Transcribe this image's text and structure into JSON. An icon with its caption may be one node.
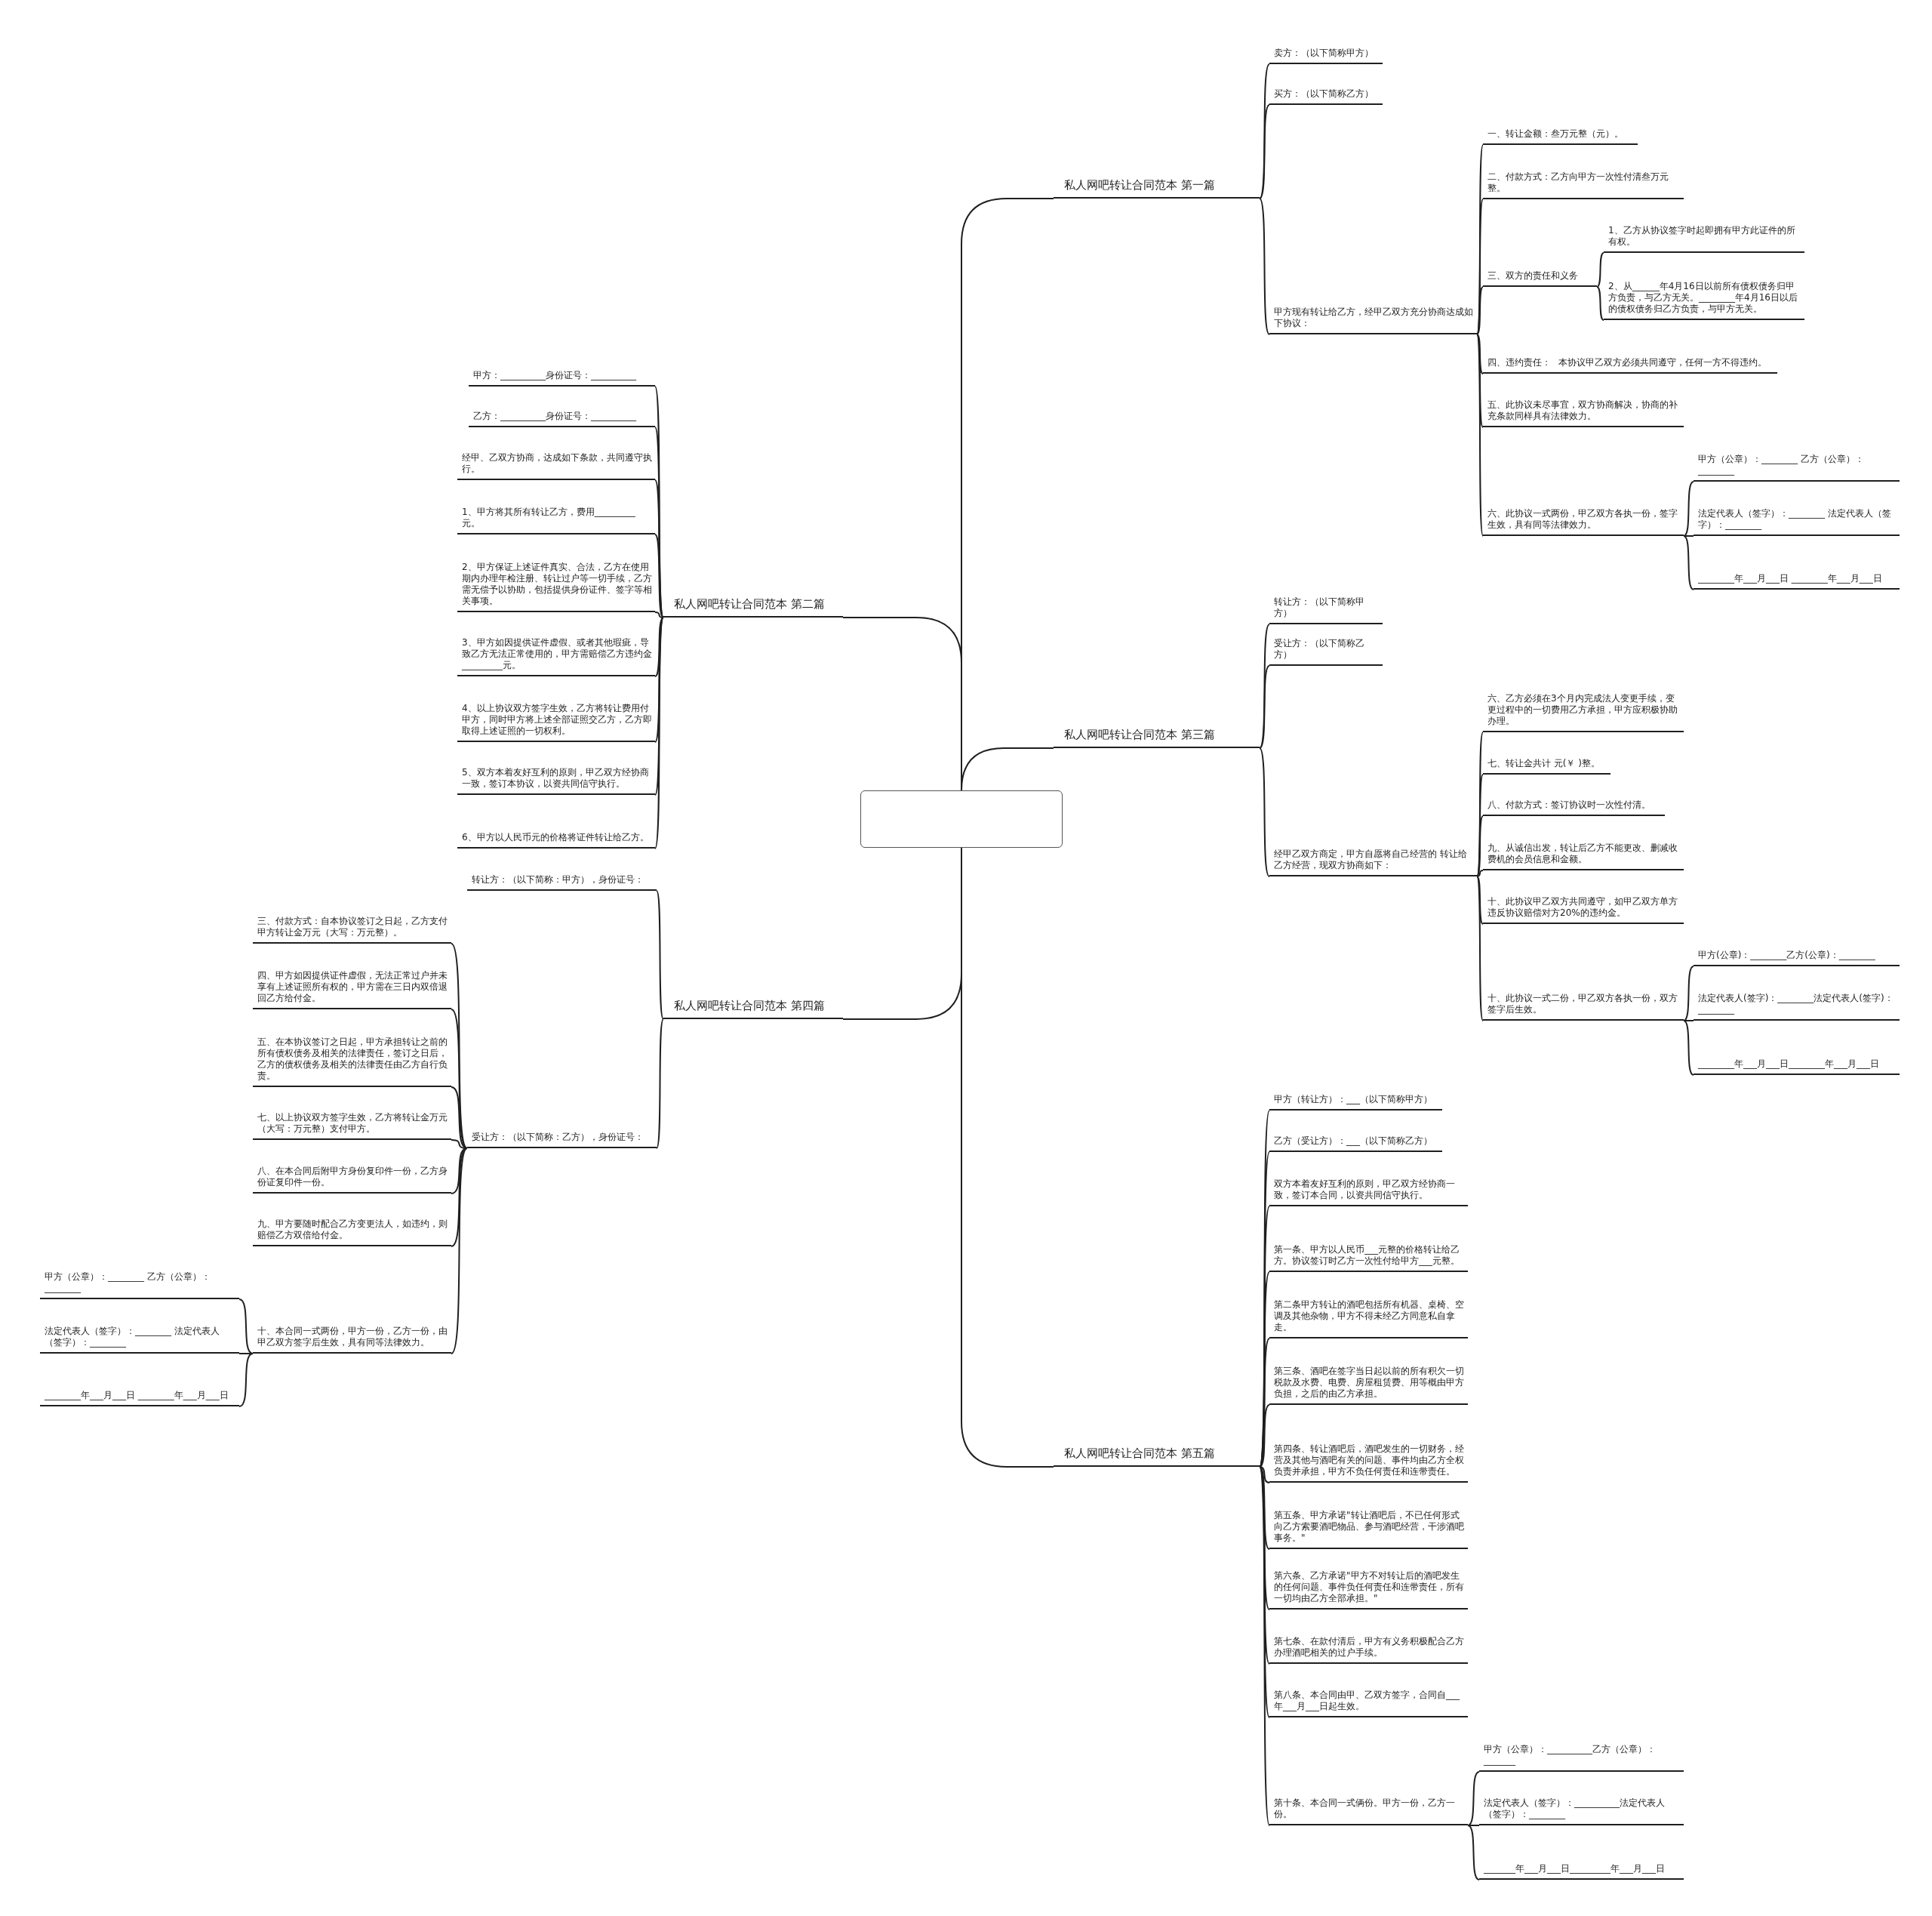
{
  "diagram": {
    "nodes": [
      {
        "text": [],
        "shape": "box"
      },
      {
        "text": [
          "私人网吧转让合同范本 第一篇"
        ]
      },
      {
        "text": [
          "卖方：（以下简称甲方）"
        ]
      },
      {
        "text": [
          "买方：（以下简称乙方）"
        ]
      },
      {
        "text": [
          "甲方现有转让给乙方，经甲乙双方充分协商达成如下协议："
        ]
      },
      {
        "text": [
          "一、转让金额：叁万元整（元）。"
        ]
      },
      {
        "text": [
          "二、付款方式：乙方向甲方一次性付清叁万元整。"
        ]
      },
      {
        "text": [
          "三、双方的责任和义务"
        ]
      },
      {
        "text": [
          "1、乙方从协议签字时起即拥有甲方此证件的所有权。"
        ]
      },
      {
        "text": [
          "2、从______年4月16日以前所有债权债务归甲方负责，与乙方无关。________年4月16日以后的债权债务归乙方负责，与甲方无关。"
        ]
      },
      {
        "text": [
          "四、违约责任：",
          "本协议甲乙双方必须共同遵守，任何一方不得违约。"
        ]
      },
      {
        "text": [
          "五、此协议未尽事宜，双方协商解决，协商的补充条款同样具有法律效力。"
        ]
      },
      {
        "text": [
          "六、此协议一式两份，甲乙双方各执一份，签字生效，具有同等法律效力。"
        ]
      },
      {
        "text": [
          "甲方（公章）：________ 乙方（公章）：________"
        ]
      },
      {
        "text": [
          "法定代表人（签字）：________ 法定代表人（签字）：________"
        ]
      },
      {
        "text": [
          "________年___月___日 ________年___月___日"
        ]
      },
      {
        "text": [
          "私人网吧转让合同范本 第二篇"
        ]
      },
      {
        "text": [
          "甲方：__________身份证号：__________"
        ]
      },
      {
        "text": [
          "乙方：__________身份证号：__________"
        ]
      },
      {
        "text": [
          "经甲、乙双方协商，达成如下条款，共同遵守执行。"
        ]
      },
      {
        "text": [
          "1、甲方将其所有转让乙方，费用_________元。"
        ]
      },
      {
        "text": [
          "2、甲方保证上述证件真实、合法，乙方在使用期内办理年检注册、转让过户等一切手续，乙方需无偿予以协助，包括提供身份证件、签字等相关事项。"
        ]
      },
      {
        "text": [
          "3、甲方如因提供证件虚假、或者其他瑕疵，导致乙方无法正常使用的，甲方需赔偿乙方违约金_________元。"
        ]
      },
      {
        "text": [
          "4、以上协议双方签字生效，乙方将转让费用付甲方，同时甲方将上述全部证照交乙方，乙方即取得上述证照的一切权利。"
        ]
      },
      {
        "text": [
          "5、双方本着友好互利的原则，甲乙双方经协商一致，签订本协议，以资共同信守执行。"
        ]
      },
      {
        "text": [
          "6、甲方以人民币元的价格将证件转让给乙方。"
        ]
      },
      {
        "text": [
          "私人网吧转让合同范本 第三篇"
        ]
      },
      {
        "text": [
          "转让方：（以下简称甲方）"
        ]
      },
      {
        "text": [
          "受让方：（以下简称乙方）"
        ]
      },
      {
        "text": [
          "经甲乙双方商定，甲方自愿将自己经营的 转让给乙方经营，现双方协商如下："
        ]
      },
      {
        "text": [
          "六、乙方必须在3个月内完成法人变更手续，变更过程中的一切费用乙方承担，甲方应积极协助办理。"
        ]
      },
      {
        "text": [
          "七、转让金共计 元(￥ )整。"
        ]
      },
      {
        "text": [
          "八、付款方式：签订协议时一次性付清。"
        ]
      },
      {
        "text": [
          "九、从诚信出发，转让后乙方不能更改、删减收费机的会员信息和金额。"
        ]
      },
      {
        "text": [
          "十、此协议甲乙双方共同遵守，如甲乙双方单方违反协议赔偿对方20%的违约金。"
        ]
      },
      {
        "text": [
          "十、此协议一式二份，甲乙双方各执一份，双方签字后生效。"
        ]
      },
      {
        "text": [
          "甲方(公章)：________乙方(公章)：________"
        ]
      },
      {
        "text": [
          "法定代表人(签字)：________法定代表人(签字)：________"
        ]
      },
      {
        "text": [
          "________年___月___日________年___月___日"
        ]
      },
      {
        "text": [
          "私人网吧转让合同范本 第四篇"
        ]
      },
      {
        "text": [
          "转让方：（以下简称：甲方），身份证号："
        ]
      },
      {
        "text": [
          "受让方：（以下简称：乙方），身份证号："
        ]
      },
      {
        "text": [
          "三、付款方式：自本协议签订之日起，乙方支付甲方转让金万元（大写：万元整）。"
        ]
      },
      {
        "text": [
          "四、甲方如因提供证件虚假，无法正常过户并未享有上述证照所有权的，甲方需在三日内双倍退回乙方给付金。"
        ]
      },
      {
        "text": [
          "五、在本协议签订之日起，甲方承担转让之前的所有债权债务及相关的法律责任，签订之日后，乙方的债权债务及相关的法律责任由乙方自行负责。"
        ]
      },
      {
        "text": [
          "七、以上协议双方签字生效，乙方将转让金万元（大写：万元整）支付甲方。"
        ]
      },
      {
        "text": [
          "八、在本合同后附甲方身份复印件一份，乙方身份证复印件一份。"
        ]
      },
      {
        "text": [
          "九、甲方要随时配合乙方变更法人，如违约，则赔偿乙方双倍给付金。"
        ]
      },
      {
        "text": [
          "十、本合同一式两份，甲方一份，乙方一份，由甲乙双方签字后生效，具有同等法律效力。"
        ]
      },
      {
        "text": [
          "甲方（公章）：________ 乙方（公章）：________"
        ]
      },
      {
        "text": [
          "法定代表人（签字）：________ 法定代表人（签字）：________"
        ]
      },
      {
        "text": [
          "________年___月___日 ________年___月___日"
        ]
      },
      {
        "text": [
          "私人网吧转让合同范本 第五篇"
        ]
      },
      {
        "text": [
          "甲方（转让方）：___（以下简称甲方）"
        ]
      },
      {
        "text": [
          "乙方（受让方）：___（以下简称乙方）"
        ]
      },
      {
        "text": [
          "双方本着友好互利的原则，甲乙双方经协商一致，签订本合同，以资共同信守执行。"
        ]
      },
      {
        "text": [
          "第一条、甲方以人民币___元整的价格转让给乙方。协议签订时乙方一次性付给甲方___元整。"
        ]
      },
      {
        "text": [
          "第二条甲方转让的酒吧包括所有机器、桌椅、空调及其他杂物，甲方不得未经乙方同意私自拿走。"
        ]
      },
      {
        "text": [
          "第三条、酒吧在签字当日起以前的所有积欠一切税款及水费、电费、房屋租赁费、用等概由甲方负担，之后的由乙方承担。"
        ]
      },
      {
        "text": [
          "第四条、转让酒吧后，酒吧发生的一切财务，经营及其他与酒吧有关的问题、事件均由乙方全权负责并承担，甲方不负任何责任和连带责任。"
        ]
      },
      {
        "text": [
          "第五条、甲方承诺\"转让酒吧后，不已任何形式向乙方索要酒吧物品、参与酒吧经营，干涉酒吧事务。\""
        ]
      },
      {
        "text": [
          "第六条、乙方承诺\"甲方不对转让后的酒吧发生的任何问题、事件负任何责任和连带责任，所有一切均由乙方全部承担。\""
        ]
      },
      {
        "text": [
          "第七条、在款付清后，甲方有义务积极配合乙方办理酒吧相关的过户手续。"
        ]
      },
      {
        "text": [
          "第八条、本合同由甲、乙双方签字，合同自___年___月___日起生效。"
        ]
      },
      {
        "text": [
          "第十条、本合同一式俩份。甲方一份，乙方一份。"
        ]
      },
      {
        "text": [
          "甲方（公章）：__________乙方（公章）：_______"
        ]
      },
      {
        "text": [
          "法定代表人（签字）：__________法定代表人（签字）：________"
        ]
      },
      {
        "text": [
          "_______年___月___日_________年___月___日"
        ]
      }
    ],
    "edges": [
      {
        "from": 0,
        "to": 1,
        "arrow": "none"
      },
      {
        "from": 0,
        "to": 16,
        "arrow": "none"
      },
      {
        "from": 0,
        "to": 26,
        "arrow": "none"
      },
      {
        "from": 0,
        "to": 39,
        "arrow": "none"
      },
      {
        "from": 0,
        "to": 52,
        "arrow": "none"
      },
      {
        "from": 1,
        "to": 2,
        "arrow": "none"
      },
      {
        "from": 1,
        "to": 3,
        "arrow": "none"
      },
      {
        "from": 1,
        "to": 4,
        "arrow": "none"
      },
      {
        "from": 4,
        "to": 5,
        "arrow": "none"
      },
      {
        "from": 4,
        "to": 6,
        "arrow": "none"
      },
      {
        "from": 4,
        "to": 7,
        "arrow": "none"
      },
      {
        "from": 4,
        "to": 10,
        "arrow": "none"
      },
      {
        "from": 4,
        "to": 11,
        "arrow": "none"
      },
      {
        "from": 4,
        "to": 12,
        "arrow": "none"
      },
      {
        "from": 7,
        "to": 8,
        "arrow": "none"
      },
      {
        "from": 7,
        "to": 9,
        "arrow": "none"
      },
      {
        "from": 12,
        "to": 13,
        "arrow": "none"
      },
      {
        "from": 12,
        "to": 14,
        "arrow": "none"
      },
      {
        "from": 12,
        "to": 15,
        "arrow": "none"
      },
      {
        "from": 16,
        "to": 17,
        "arrow": "none"
      },
      {
        "from": 16,
        "to": 18,
        "arrow": "none"
      },
      {
        "from": 16,
        "to": 19,
        "arrow": "none"
      },
      {
        "from": 16,
        "to": 20,
        "arrow": "none"
      },
      {
        "from": 16,
        "to": 21,
        "arrow": "none"
      },
      {
        "from": 16,
        "to": 22,
        "arrow": "none"
      },
      {
        "from": 16,
        "to": 23,
        "arrow": "none"
      },
      {
        "from": 16,
        "to": 24,
        "arrow": "none"
      },
      {
        "from": 16,
        "to": 25,
        "arrow": "none"
      },
      {
        "from": 26,
        "to": 27,
        "arrow": "none"
      },
      {
        "from": 26,
        "to": 28,
        "arrow": "none"
      },
      {
        "from": 26,
        "to": 29,
        "arrow": "none"
      },
      {
        "from": 29,
        "to": 30,
        "arrow": "none"
      },
      {
        "from": 29,
        "to": 31,
        "arrow": "none"
      },
      {
        "from": 29,
        "to": 32,
        "arrow": "none"
      },
      {
        "from": 29,
        "to": 33,
        "arrow": "none"
      },
      {
        "from": 29,
        "to": 34,
        "arrow": "none"
      },
      {
        "from": 29,
        "to": 35,
        "arrow": "none"
      },
      {
        "from": 35,
        "to": 36,
        "arrow": "none"
      },
      {
        "from": 35,
        "to": 37,
        "arrow": "none"
      },
      {
        "from": 35,
        "to": 38,
        "arrow": "none"
      },
      {
        "from": 39,
        "to": 40,
        "arrow": "none"
      },
      {
        "from": 39,
        "to": 41,
        "arrow": "none"
      },
      {
        "from": 41,
        "to": 42,
        "arrow": "none"
      },
      {
        "from": 41,
        "to": 43,
        "arrow": "none"
      },
      {
        "from": 41,
        "to": 44,
        "arrow": "none"
      },
      {
        "from": 41,
        "to": 45,
        "arrow": "none"
      },
      {
        "from": 41,
        "to": 46,
        "arrow": "none"
      },
      {
        "from": 41,
        "to": 47,
        "arrow": "none"
      },
      {
        "from": 41,
        "to": 48,
        "arrow": "none"
      },
      {
        "from": 48,
        "to": 49,
        "arrow": "none"
      },
      {
        "from": 48,
        "to": 50,
        "arrow": "none"
      },
      {
        "from": 48,
        "to": 51,
        "arrow": "none"
      },
      {
        "from": 52,
        "to": 53,
        "arrow": "none"
      },
      {
        "from": 52,
        "to": 54,
        "arrow": "none"
      },
      {
        "from": 52,
        "to": 55,
        "arrow": "none"
      },
      {
        "from": 52,
        "to": 56,
        "arrow": "none"
      },
      {
        "from": 52,
        "to": 57,
        "arrow": "none"
      },
      {
        "from": 52,
        "to": 58,
        "arrow": "none"
      },
      {
        "from": 52,
        "to": 59,
        "arrow": "none"
      },
      {
        "from": 52,
        "to": 60,
        "arrow": "none"
      },
      {
        "from": 52,
        "to": 61,
        "arrow": "none"
      },
      {
        "from": 52,
        "to": 62,
        "arrow": "none"
      },
      {
        "from": 52,
        "to": 63,
        "arrow": "none"
      },
      {
        "from": 52,
        "to": 64,
        "arrow": "none"
      },
      {
        "from": 64,
        "to": 65,
        "arrow": "none"
      },
      {
        "from": 64,
        "to": 66,
        "arrow": "none"
      },
      {
        "from": 64,
        "to": 67,
        "arrow": "none"
      }
    ]
  }
}
